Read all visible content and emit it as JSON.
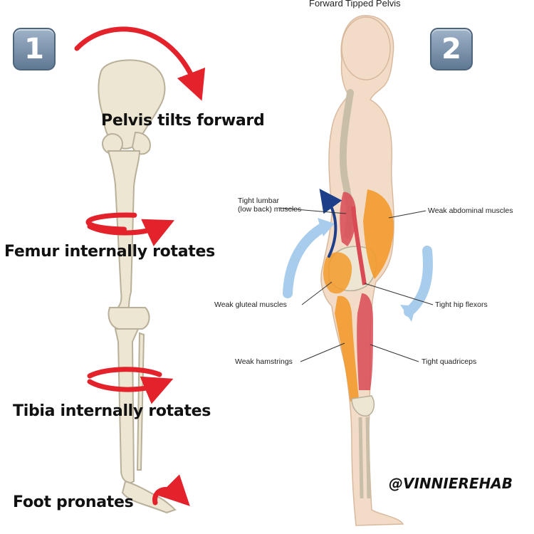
{
  "panel1": {
    "badge": "1",
    "captions": {
      "pelvis": "Pelvis tilts forward",
      "femur": "Femur internally rotates",
      "tibia": "Tibia internally rotates",
      "foot": "Foot pronates"
    }
  },
  "panel2": {
    "badge": "2",
    "title": "Forward Tipped Pelvis",
    "labels": {
      "lumbar_line1": "Tight lumbar",
      "lumbar_line2": "(low back) muscles",
      "abdominal": "Weak abdominal muscles",
      "gluteal": "Weak gluteal muscles",
      "hip_flexors": "Tight hip flexors",
      "hamstrings": "Weak hamstrings",
      "quadriceps": "Tight quadriceps"
    }
  },
  "watermark": "@VINNIEREHAB",
  "colors": {
    "arrow_red": "#e3222b",
    "bone": "#ece6d2",
    "bone_outline": "#b9b09a",
    "skin": "#f2dcc8",
    "weak_muscle": "#f39a2c",
    "tight_muscle": "#d94a55",
    "rotation_arrow_blue": "#a8cdec",
    "badge_blue": "#6f87a2"
  }
}
